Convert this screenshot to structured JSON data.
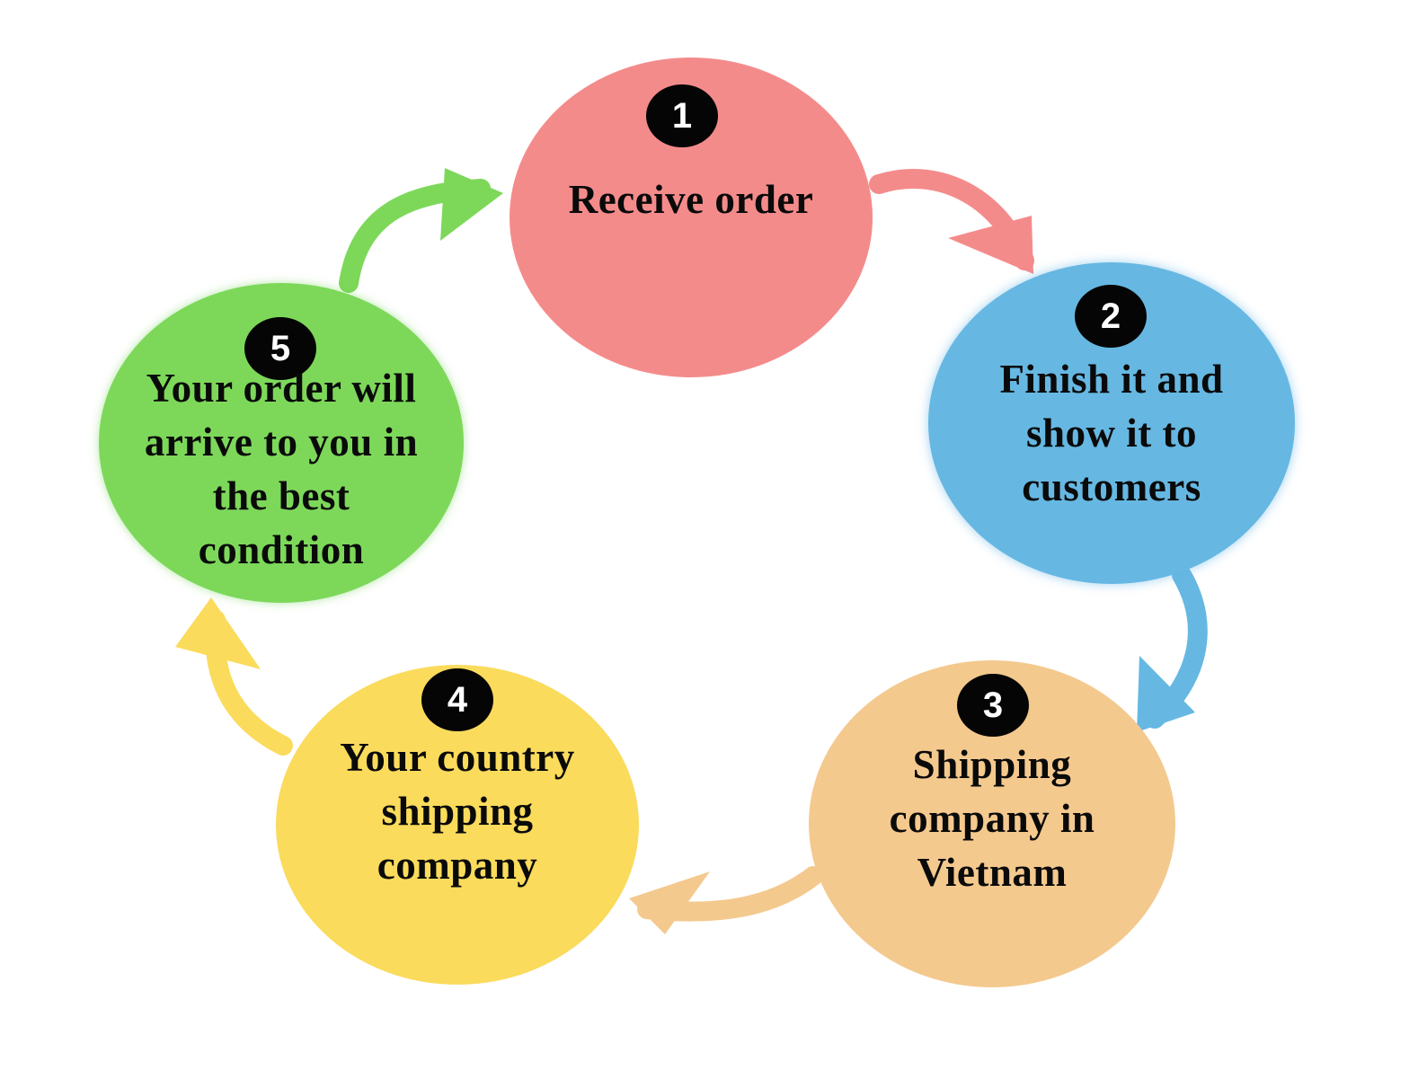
{
  "diagram": {
    "type": "cycle",
    "direction": "clockwise",
    "steps": [
      {
        "number": "1",
        "label": "Receive order",
        "color": "#F48B8B"
      },
      {
        "number": "2",
        "label": "Finish it and\nshow it to\ncustomers",
        "color": "#66B8E2"
      },
      {
        "number": "3",
        "label": "Shipping\ncompany in\nVietnam",
        "color": "#F4C98E"
      },
      {
        "number": "4",
        "label": "Your country\nshipping\ncompany",
        "color": "#FADB5C"
      },
      {
        "number": "5",
        "label": "Your order will\narrive to you in\nthe best\ncondition",
        "color": "#7DD85A"
      }
    ],
    "arrows": [
      {
        "from": "1",
        "to": "2",
        "color": "#F48B8B"
      },
      {
        "from": "2",
        "to": "3",
        "color": "#66B8E2"
      },
      {
        "from": "3",
        "to": "4",
        "color": "#F4C98E"
      },
      {
        "from": "4",
        "to": "5",
        "color": "#FADB5C"
      },
      {
        "from": "5",
        "to": "1",
        "color": "#7DD85A"
      }
    ],
    "badge_color": "#050505"
  }
}
